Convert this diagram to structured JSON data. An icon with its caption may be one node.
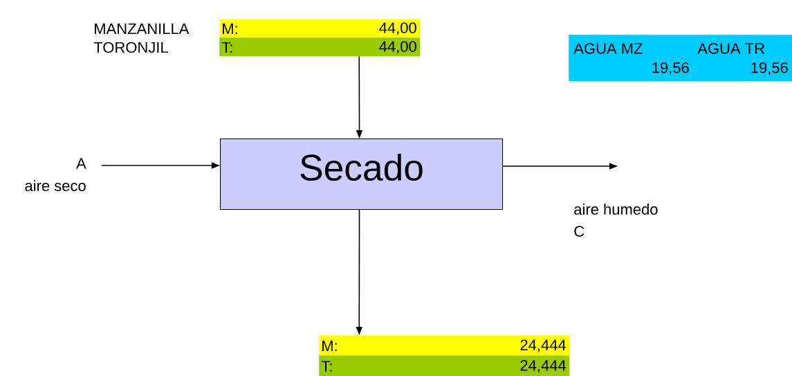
{
  "diagram": {
    "nodes": [
      {
        "text": [
          "M:",
          "44,00"
        ],
        "beside": [
          "MANZANILLA"
        ]
      },
      {
        "text": [
          "T:",
          "44,00"
        ],
        "beside": [
          "TORONJIL"
        ]
      },
      {
        "text": [
          "Secado"
        ]
      },
      {
        "text": [
          "M:",
          "24,444"
        ]
      },
      {
        "text": [
          "T:",
          "24,444"
        ]
      },
      {
        "text": [
          "AGUA MZ",
          "AGUA TR",
          "19,56",
          "19,56"
        ]
      }
    ],
    "edges": [
      {
        "from": 1,
        "to": 2,
        "arrow": "to"
      },
      {
        "from": null,
        "to": 2,
        "arrow": "to"
      },
      {
        "from": 2,
        "to": null,
        "arrow": "to"
      },
      {
        "from": 2,
        "to": 3,
        "arrow": "to"
      }
    ],
    "labels": [
      "A",
      "aire seco",
      "aire humedo",
      "C"
    ]
  }
}
